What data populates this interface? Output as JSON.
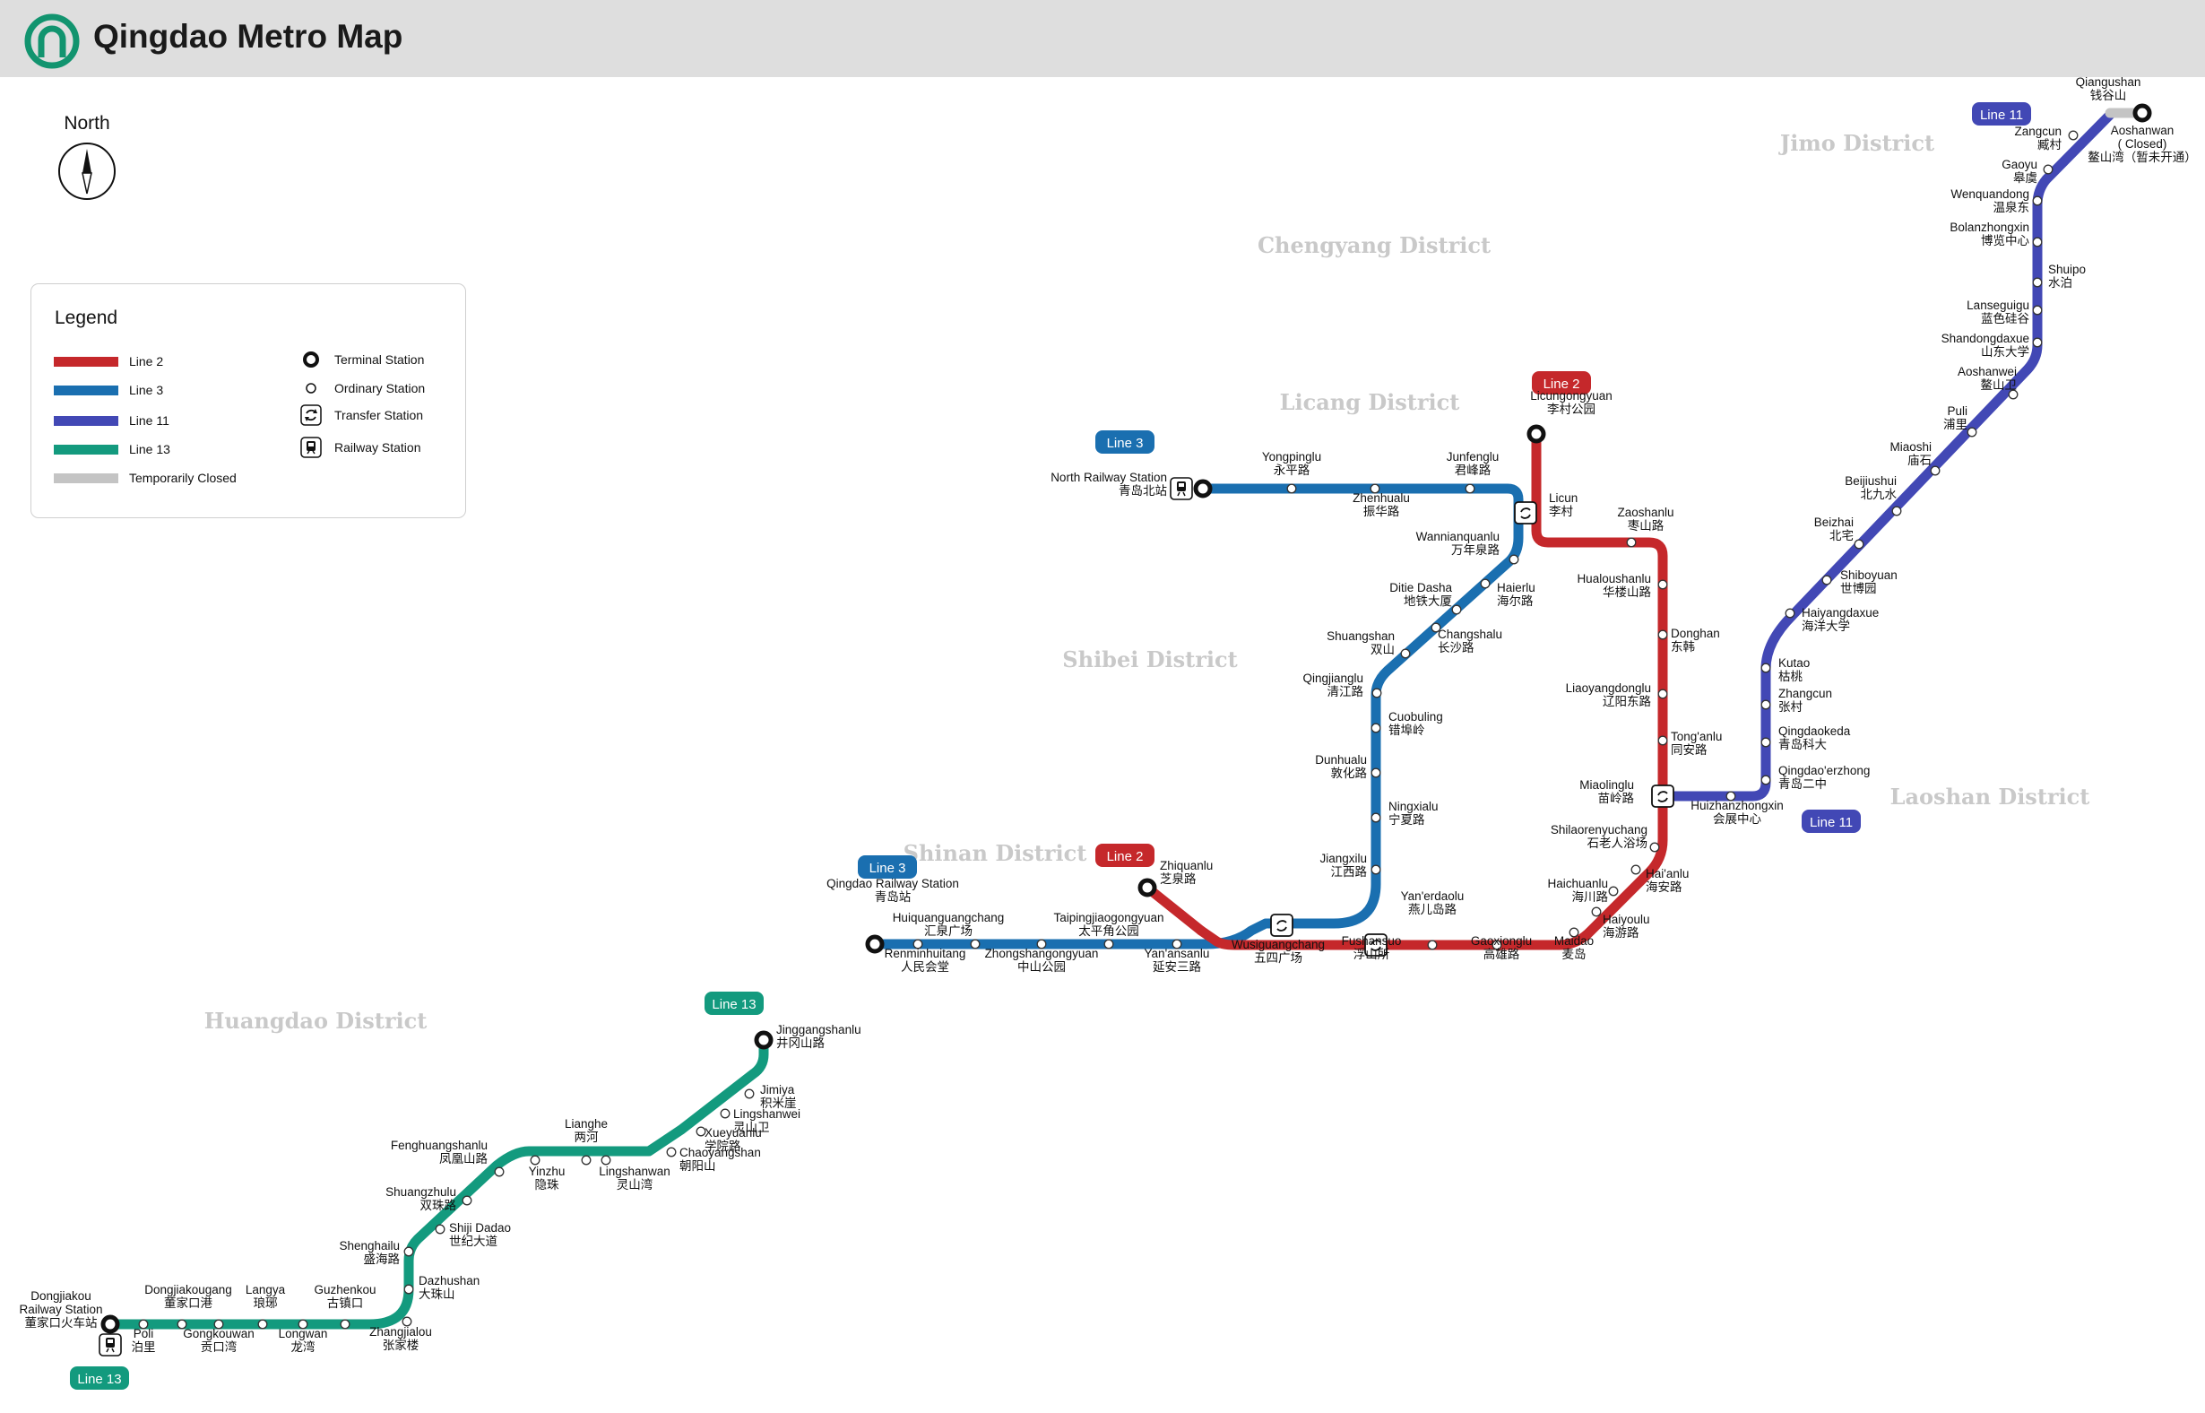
{
  "header": {
    "title": "Qingdao Metro Map",
    "logo_icon": "qingdao-metro-logo-icon",
    "logo_color": "#12946f"
  },
  "compass": {
    "label": "North",
    "icon": "north-arrow-icon"
  },
  "legend": {
    "title": "Legend",
    "lines": [
      {
        "label": "Line 2",
        "color": "#c5282b"
      },
      {
        "label": "Line 3",
        "color": "#1a6fb0"
      },
      {
        "label": "Line 11",
        "color": "#4248b5"
      },
      {
        "label": "Line 13",
        "color": "#139a7e"
      },
      {
        "label": "Temporarily Closed",
        "color": "#c4c4c4"
      }
    ],
    "symbols": [
      {
        "label": "Terminal Station",
        "icon": "terminal-station-icon"
      },
      {
        "label": "Ordinary Station",
        "icon": "ordinary-station-icon"
      },
      {
        "label": "Transfer Station",
        "icon": "transfer-station-icon"
      },
      {
        "label": "Railway Station",
        "icon": "railway-station-icon"
      }
    ]
  },
  "districts": [
    "Jimo District",
    "Chengyang District",
    "Licang District",
    "Shibei District",
    "Shinan District",
    "Laoshan District",
    "Huangdao District"
  ],
  "badges": {
    "line2": "Line 2",
    "line3": "Line 3",
    "line11": "Line 11",
    "line13": "Line 13"
  },
  "colors": {
    "line2": "#c5282b",
    "line3": "#1a6fb0",
    "line11": "#4248b5",
    "line13": "#139a7e",
    "closed": "#c4c4c4"
  },
  "stations": {
    "line3": [
      {
        "en": "North Railway Station",
        "zh": "青岛北站"
      },
      {
        "en": "Yongpinglu",
        "zh": "永平路"
      },
      {
        "en": "Zhenhualu",
        "zh": "振华路"
      },
      {
        "en": "Junfenglu",
        "zh": "君峰路"
      },
      {
        "en": "Licun",
        "zh": "李村"
      },
      {
        "en": "Wannianquanlu",
        "zh": "万年泉路"
      },
      {
        "en": "Haierlu",
        "zh": "海尔路"
      },
      {
        "en": "Ditie Dasha",
        "zh": "地铁大厦"
      },
      {
        "en": "Changshalu",
        "zh": "长沙路"
      },
      {
        "en": "Shuangshan",
        "zh": "双山"
      },
      {
        "en": "Qingjianglu",
        "zh": "清江路"
      },
      {
        "en": "Cuobuling",
        "zh": "错埠岭"
      },
      {
        "en": "Dunhualu",
        "zh": "敦化路"
      },
      {
        "en": "Ningxialu",
        "zh": "宁夏路"
      },
      {
        "en": "Jiangxilu",
        "zh": "江西路"
      },
      {
        "en": "Wusiguangchang",
        "zh": "五四广场"
      },
      {
        "en": "Yan'ansanlu",
        "zh": "延安三路"
      },
      {
        "en": "Taipingjiaogongyuan",
        "zh": "太平角公园"
      },
      {
        "en": "Zhongshangongyuan",
        "zh": "中山公园"
      },
      {
        "en": "Huiquanguangchang",
        "zh": "汇泉广场"
      },
      {
        "en": "Renminhuitang",
        "zh": "人民会堂"
      },
      {
        "en": "Qingdao Railway Station",
        "zh": "青岛站"
      }
    ],
    "line2": [
      {
        "en": "Licungongyuan",
        "zh": "李村公园"
      },
      {
        "en": "Zaoshanlu",
        "zh": "枣山路"
      },
      {
        "en": "Hualoushanlu",
        "zh": "华楼山路"
      },
      {
        "en": "Donghan",
        "zh": "东韩"
      },
      {
        "en": "Liaoyangdonglu",
        "zh": "辽阳东路"
      },
      {
        "en": "Tong'anlu",
        "zh": "同安路"
      },
      {
        "en": "Miaolinglu",
        "zh": "苗岭路"
      },
      {
        "en": "Shilaorenyuchang",
        "zh": "石老人浴场"
      },
      {
        "en": "Hai'anlu",
        "zh": "海安路"
      },
      {
        "en": "Haichuanlu",
        "zh": "海川路"
      },
      {
        "en": "Haiyoulu",
        "zh": "海游路"
      },
      {
        "en": "Maidao",
        "zh": "麦岛"
      },
      {
        "en": "Gaoxionglu",
        "zh": "高雄路"
      },
      {
        "en": "Yan'erdaolu",
        "zh": "燕儿岛路"
      },
      {
        "en": "Fushansuo",
        "zh": "浮山所"
      },
      {
        "en": "Zhiquanlu",
        "zh": "芝泉路"
      }
    ],
    "line11": [
      {
        "en": "Qiangushan",
        "zh": "钱谷山"
      },
      {
        "en": "Aoshanwan",
        "zh": "( Closed)",
        "zh2": "鳌山湾（暂未开通）"
      },
      {
        "en": "Zangcun",
        "zh": "臧村"
      },
      {
        "en": "Gaoyu",
        "zh": "皋虞"
      },
      {
        "en": "Wenquandong",
        "zh": "温泉东"
      },
      {
        "en": "Bolanzhongxin",
        "zh": "博览中心"
      },
      {
        "en": "Shuipo",
        "zh": "水泊"
      },
      {
        "en": "Lanseguigu",
        "zh": "蓝色硅谷"
      },
      {
        "en": "Shandongdaxue",
        "zh": "山东大学"
      },
      {
        "en": "Aoshanwei",
        "zh": "鳌山卫"
      },
      {
        "en": "Puli",
        "zh": "浦里"
      },
      {
        "en": "Miaoshi",
        "zh": "庙石"
      },
      {
        "en": "Beijiushui",
        "zh": "北九水"
      },
      {
        "en": "Beizhai",
        "zh": "北宅"
      },
      {
        "en": "Shiboyuan",
        "zh": "世博园"
      },
      {
        "en": "Haiyangdaxue",
        "zh": "海洋大学"
      },
      {
        "en": "Kutao",
        "zh": "枯桃"
      },
      {
        "en": "Zhangcun",
        "zh": "张村"
      },
      {
        "en": "Qingdaokeda",
        "zh": "青岛科大"
      },
      {
        "en": "Qingdao'erzhong",
        "zh": "青岛二中"
      },
      {
        "en": "Huizhanzhongxin",
        "zh": "会展中心"
      }
    ],
    "line13": [
      {
        "en": "Jinggangshanlu",
        "zh": "井冈山路"
      },
      {
        "en": "Jimiya",
        "zh": "积米崖"
      },
      {
        "en": "Lingshanwei",
        "zh": "灵山卫"
      },
      {
        "en": "Xueyuanlu",
        "zh": "学院路"
      },
      {
        "en": "Chaoyangshan",
        "zh": "朝阳山"
      },
      {
        "en": "Lingshanwan",
        "zh": "灵山湾"
      },
      {
        "en": "Lianghe",
        "zh": "两河"
      },
      {
        "en": "Yinzhu",
        "zh": "隐珠"
      },
      {
        "en": "Fenghuangshanlu",
        "zh": "凤凰山路"
      },
      {
        "en": "Shuangzhulu",
        "zh": "双珠路"
      },
      {
        "en": "Shiji Dadao",
        "zh": "世纪大道"
      },
      {
        "en": "Shenghailu",
        "zh": "盛海路"
      },
      {
        "en": "Dazhushan",
        "zh": "大珠山"
      },
      {
        "en": "Zhangjialou",
        "zh": "张家楼"
      },
      {
        "en": "Guzhenkou",
        "zh": "古镇口"
      },
      {
        "en": "Longwan",
        "zh": "龙湾"
      },
      {
        "en": "Langya",
        "zh": "琅琊"
      },
      {
        "en": "Gongkouwan",
        "zh": "贡口湾"
      },
      {
        "en": "Dongjiakougang",
        "zh": "董家口港"
      },
      {
        "en": "Poli",
        "zh": "泊里"
      },
      {
        "en": "Dongjiakou",
        "zh": "Railway Station",
        "zh2": "董家口火车站"
      }
    ]
  }
}
